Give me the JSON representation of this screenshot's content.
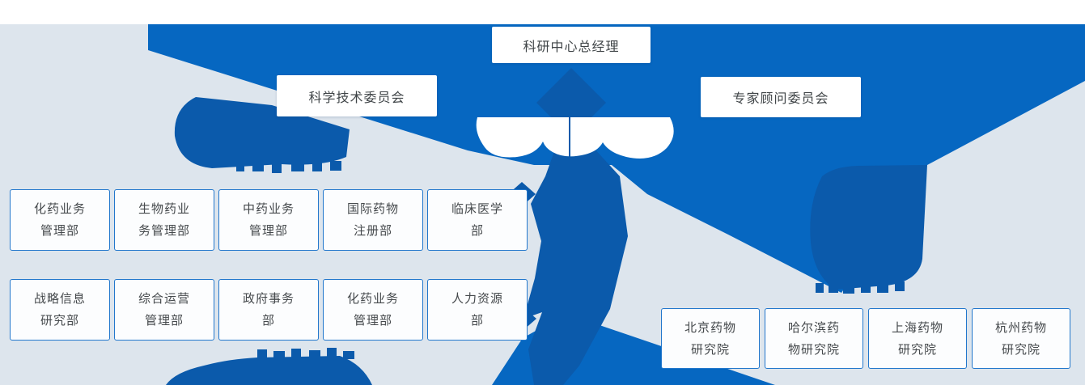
{
  "colors": {
    "primary": "#0667c1",
    "primary_dark": "#0b5aab",
    "background": "#dde5ed",
    "box_border": "#2277cc",
    "box_text": "#45494c"
  },
  "leadership": {
    "general_manager": "科研中心总经理",
    "committee_left": "科学技术委员会",
    "committee_right": "专家顾问委员会"
  },
  "departments": {
    "row1": [
      {
        "line1": "化药业务",
        "line2": "管理部"
      },
      {
        "line1": "生物药业",
        "line2": "务管理部"
      },
      {
        "line1": "中药业务",
        "line2": "管理部"
      },
      {
        "line1": "国际药物",
        "line2": "注册部"
      },
      {
        "line1": "临床医学",
        "line2": "部"
      }
    ],
    "row2": [
      {
        "line1": "战略信息",
        "line2": "研究部"
      },
      {
        "line1": "综合运营",
        "line2": "管理部"
      },
      {
        "line1": "政府事务",
        "line2": "部"
      },
      {
        "line1": "化药业务",
        "line2": "管理部"
      },
      {
        "line1": "人力资源",
        "line2": "部"
      }
    ]
  },
  "institutes": [
    {
      "line1": "北京药物",
      "line2": "研究院"
    },
    {
      "line1": "哈尔滨药",
      "line2": "物研究院"
    },
    {
      "line1": "上海药物",
      "line2": "研究院"
    },
    {
      "line1": "杭州药物",
      "line2": "研究院"
    }
  ]
}
